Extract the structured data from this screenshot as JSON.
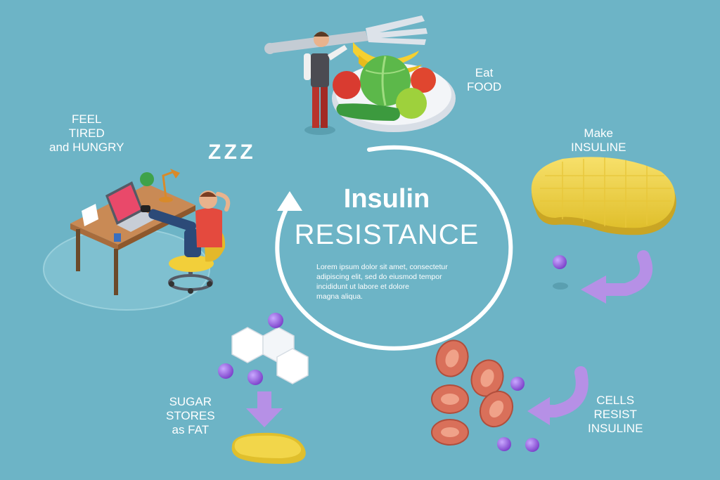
{
  "title": {
    "line1": "Insulin",
    "line2": "RESISTANCE"
  },
  "description": [
    "Lorem ipsum dolor sit amet, consectetur",
    "adipiscing elit, sed do eiusmod tempor",
    "incididunt ut labore et dolore",
    "magna aliqua."
  ],
  "steps": {
    "eat_food": [
      "Eat",
      "FOOD"
    ],
    "make_insuline": [
      "Make",
      "INSULINE"
    ],
    "cells_resist": [
      "CELLS",
      "RESIST",
      "INSULINE"
    ],
    "sugar_stores": [
      "SUGAR",
      "STORES",
      "as FAT"
    ],
    "feel_tired": [
      "FEEL",
      "TIRED",
      "and HUNGRY"
    ]
  },
  "sleep_text": "Z Z Z",
  "colors": {
    "background": "#6db4c6",
    "arrow_purple": "#b690e6",
    "pancreas_yellow": "#f2d64a",
    "cell_red": "#d9705a",
    "molecule_purple": "#8e5ad8"
  }
}
